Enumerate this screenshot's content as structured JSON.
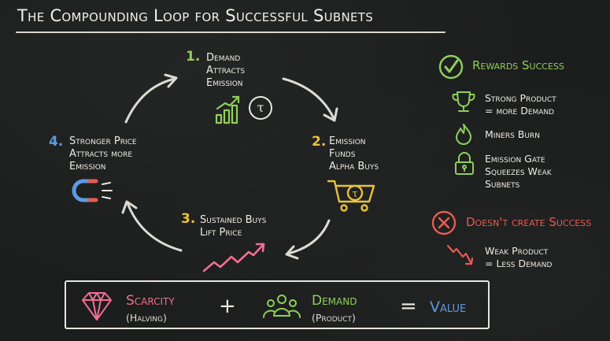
{
  "title": "The Compounding Loop for Successful Subnets",
  "loop": {
    "step1": {
      "number": "1.",
      "lines": [
        "Demand",
        "Attracts",
        "Emission"
      ],
      "icon_names": [
        "chart-up-icon",
        "tau-coin-icon"
      ]
    },
    "step2": {
      "number": "2.",
      "lines": [
        "Emission",
        "Funds",
        "Alpha Buys"
      ],
      "icon_names": [
        "cart-tau-icon"
      ]
    },
    "step3": {
      "number": "3.",
      "lines": [
        "Sustained Buys",
        "Lift Price"
      ],
      "icon_names": [
        "trend-up-icon"
      ]
    },
    "step4": {
      "number": "4.",
      "lines": [
        "Stronger Price",
        "Attracts more",
        "Emission"
      ],
      "icon_names": [
        "magnet-icon"
      ]
    },
    "tau_glyph": "τ"
  },
  "rewards": {
    "heading": "Rewards Success",
    "items": [
      {
        "icon": "trophy-icon",
        "lines": [
          "Strong Product",
          "= more Demand"
        ]
      },
      {
        "icon": "flame-icon",
        "lines": [
          "Miners Burn"
        ]
      },
      {
        "icon": "lock-icon",
        "lines": [
          "Emission Gate",
          "Squeezes Weak",
          "Subnets"
        ]
      }
    ]
  },
  "not_success": {
    "heading": "Doesn't create Success",
    "items": [
      {
        "icon": "trend-down-icon",
        "lines": [
          "Weak Product",
          "= Less Demand"
        ]
      }
    ]
  },
  "equation": {
    "scarcity": {
      "label": "Scarcity",
      "sub": "(Halving)",
      "icon": "diamond-icon"
    },
    "plus": "+",
    "demand": {
      "label": "Demand",
      "sub": "(Product)",
      "icon": "people-icon"
    },
    "equals": "=",
    "value": "Value"
  },
  "colors": {
    "green": "#8fd05a",
    "gold": "#e9c23d",
    "blue": "#5d9be0",
    "pink": "#ef6f92",
    "red": "#e85b52",
    "chalk": "#e9e7e1"
  }
}
